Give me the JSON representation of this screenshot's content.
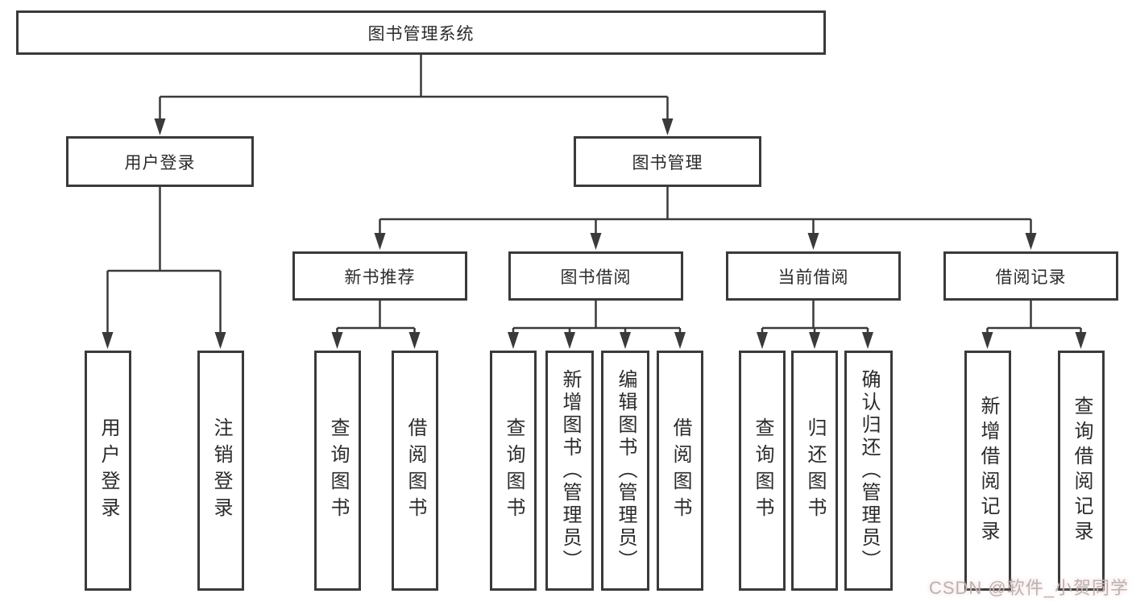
{
  "diagram": {
    "type": "hierarchy-tree",
    "line_color": "#3a3a3a",
    "box_fill": "#ffffff",
    "text_color": "#2b2b2b",
    "tree": {
      "label": "图书管理系统",
      "children": [
        {
          "label": "用户登录",
          "children": [
            {
              "label": "用户登录"
            },
            {
              "label": "注销登录"
            }
          ]
        },
        {
          "label": "图书管理",
          "children": [
            {
              "label": "新书推荐",
              "children": [
                {
                  "label": "查询图书"
                },
                {
                  "label": "借阅图书"
                }
              ]
            },
            {
              "label": "图书借阅",
              "children": [
                {
                  "label": "查询图书"
                },
                {
                  "label": "新增图书（管理员）"
                },
                {
                  "label": "编辑图书（管理员）"
                },
                {
                  "label": "借阅图书"
                }
              ]
            },
            {
              "label": "当前借阅",
              "children": [
                {
                  "label": "查询图书"
                },
                {
                  "label": "归还图书"
                },
                {
                  "label": "确认归还（管理员）"
                }
              ]
            },
            {
              "label": "借阅记录",
              "children": [
                {
                  "label": "新增借阅记录"
                },
                {
                  "label": "查询借阅记录"
                }
              ]
            }
          ]
        }
      ]
    }
  },
  "watermark": {
    "text": "CSDN @软件_小贺同学",
    "color": "#b5b5b5"
  }
}
